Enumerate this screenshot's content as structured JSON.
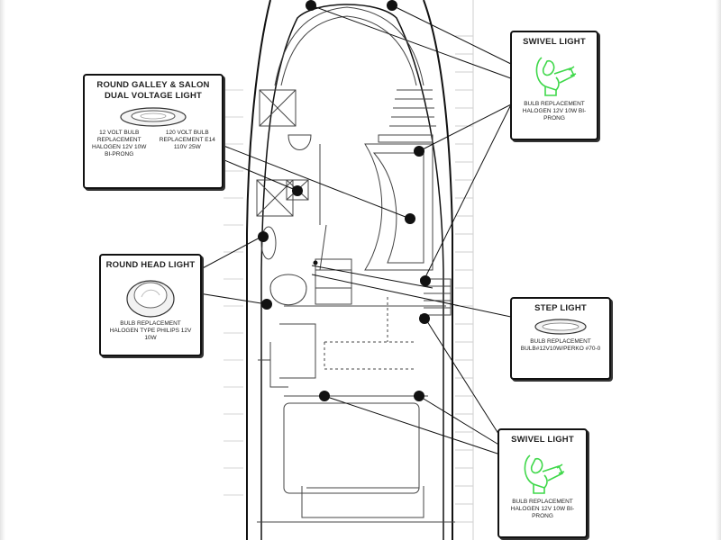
{
  "boxes": {
    "galley": {
      "title_line1": "ROUND GALLEY & SALON",
      "title_line2": "DUAL VOLTAGE LIGHT",
      "left_text": "12 VOLT BULB REPLACEMENT HALOGEN 12V 10W BI-PRONG",
      "right_text": "120 VOLT BULB REPLACEMENT E14 110V 25W",
      "icon": "round-fixture-icon"
    },
    "head": {
      "title": "ROUND HEAD LIGHT",
      "text": "BULB REPLACEMENT HALOGEN TYPE PHILIPS 12V 10W",
      "icon": "round-dome-light-icon"
    },
    "swivel_top": {
      "title": "SWIVEL LIGHT",
      "text": "BULB REPLACEMENT HALOGEN 12V 10W BI-PRONG",
      "icon": "swivel-light-icon",
      "icon_color": "#3fd84a"
    },
    "step": {
      "title": "STEP LIGHT",
      "text": "BULB REPLACEMENT BULB#12V10W/PERKO #70-0",
      "icon": "oval-step-light-icon"
    },
    "swivel_bottom": {
      "title": "SWIVEL LIGHT",
      "text": "BULB REPLACEMENT HALOGEN 12V 10W BI-PRONG",
      "icon": "swivel-light-icon",
      "icon_color": "#3fd84a"
    }
  },
  "colors": {
    "line": "#111111",
    "hull_detail": "#444444",
    "dot": "#111111",
    "swivel_green": "#3fd84a"
  }
}
